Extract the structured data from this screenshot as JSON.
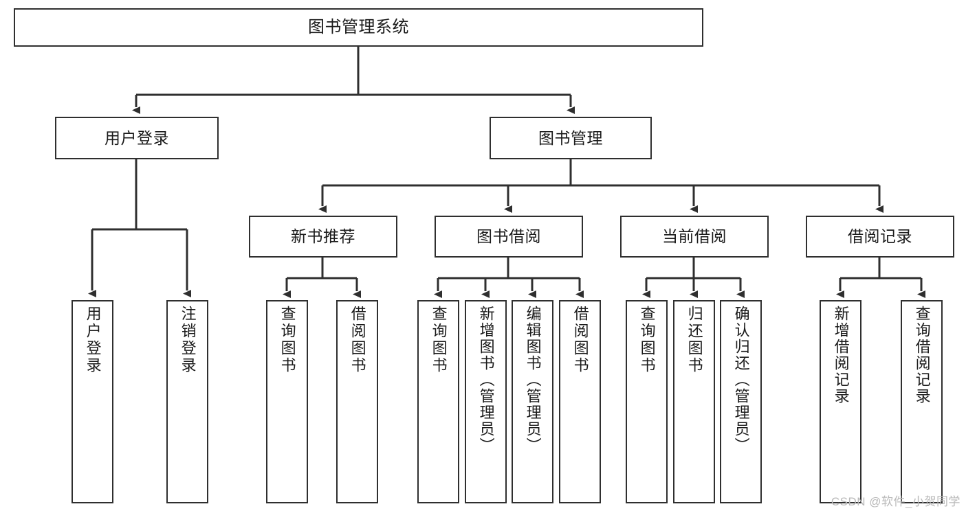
{
  "diagram": {
    "title_node": "图书管理系统",
    "watermark": "CSDN @软件_小贺同学",
    "colors": {
      "stroke": "#2f2f2f",
      "text": "#1b1b1b",
      "background": "#ffffff",
      "watermark": "#b9b9b9"
    },
    "nodes": {
      "root": "图书管理系统",
      "level1": [
        "用户登录",
        "图书管理"
      ],
      "level2": [
        "新书推荐",
        "图书借阅",
        "当前借阅",
        "借阅记录"
      ],
      "leaves": {
        "user_login": [
          "用户登录",
          "注销登录"
        ],
        "new_book": [
          "查询图书",
          "借阅图书"
        ],
        "book_borrow": [
          "查询图书",
          "新增图书（管理员）",
          "编辑图书（管理员）",
          "借阅图书"
        ],
        "current_borrow": [
          "查询图书",
          "归还图书",
          "确认归还（管理员）"
        ],
        "borrow_record": [
          "新增借阅记录",
          "查询借阅记录"
        ]
      }
    }
  }
}
